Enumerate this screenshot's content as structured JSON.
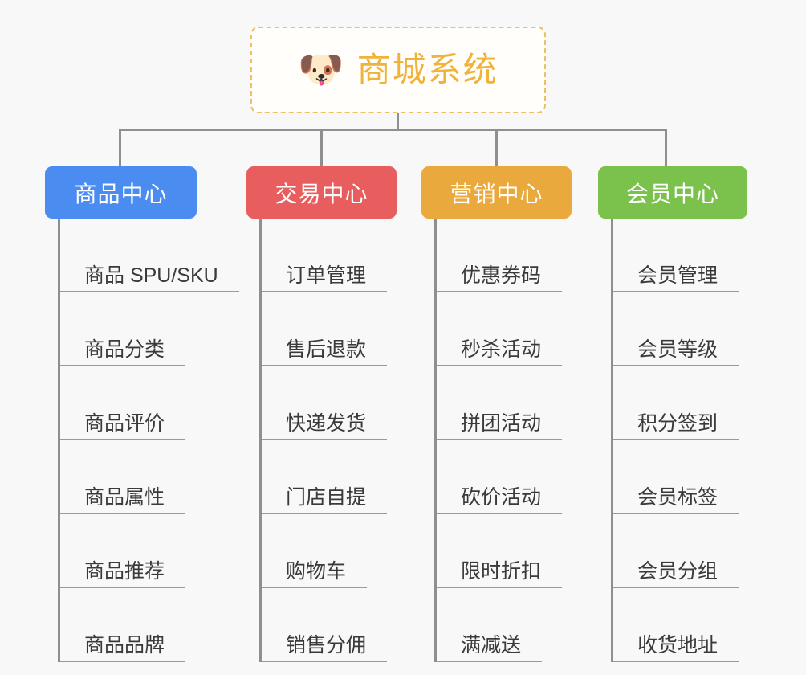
{
  "page": {
    "background_color": "#f8f8f8",
    "type": "mindmap"
  },
  "root": {
    "icon": "dog-face-icon",
    "icon_glyph": "🐶",
    "title": "商城系统",
    "text_color": "#efb33c",
    "border_color": "#edc063",
    "border_style": "dashed"
  },
  "branches": [
    {
      "label": "商品中心",
      "color": "#4a8cf0",
      "items": [
        {
          "label": "商品 SPU/SKU"
        },
        {
          "label": "商品分类"
        },
        {
          "label": "商品评价"
        },
        {
          "label": "商品属性"
        },
        {
          "label": "商品推荐"
        },
        {
          "label": "商品品牌"
        }
      ]
    },
    {
      "label": "交易中心",
      "color": "#e85d5d",
      "items": [
        {
          "label": "订单管理"
        },
        {
          "label": "售后退款"
        },
        {
          "label": "快递发货"
        },
        {
          "label": "门店自提"
        },
        {
          "label": "购物车"
        },
        {
          "label": "销售分佣"
        }
      ]
    },
    {
      "label": "营销中心",
      "color": "#eaa93c",
      "items": [
        {
          "label": "优惠券码"
        },
        {
          "label": "秒杀活动"
        },
        {
          "label": "拼团活动"
        },
        {
          "label": "砍价活动"
        },
        {
          "label": "限时折扣"
        },
        {
          "label": "满减送"
        }
      ]
    },
    {
      "label": "会员中心",
      "color": "#7ac24b",
      "items": [
        {
          "label": "会员管理"
        },
        {
          "label": "会员等级"
        },
        {
          "label": "积分签到"
        },
        {
          "label": "会员标签"
        },
        {
          "label": "会员分组"
        },
        {
          "label": "收货地址"
        }
      ]
    }
  ]
}
